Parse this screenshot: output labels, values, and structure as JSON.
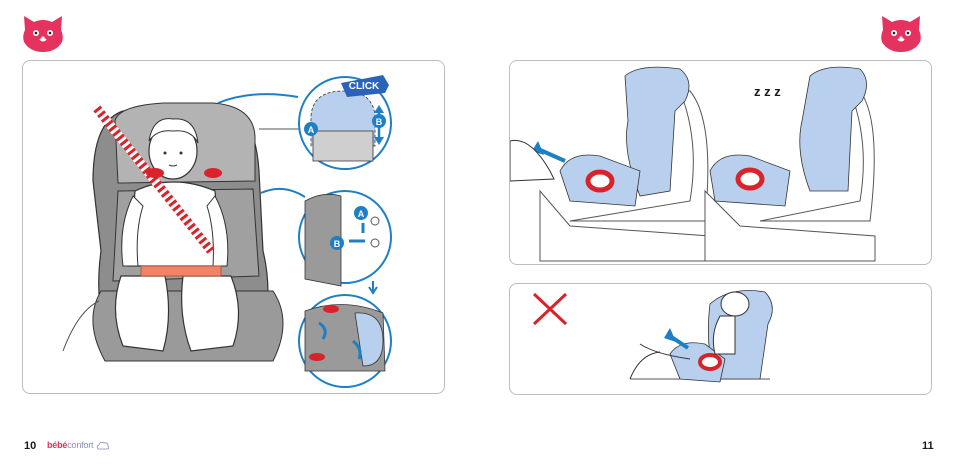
{
  "page_numbers": {
    "left": "10",
    "right": "11"
  },
  "brand": {
    "name_a": "bébé",
    "name_b": "confort"
  },
  "left_panel": {
    "callout_click": "CLICK",
    "marker_a": "A",
    "marker_b": "B"
  },
  "right_top": {
    "sleep_text": "z z z"
  },
  "colors": {
    "accent_red": "#e5325e",
    "blue": "#1e7fc4",
    "seat_blue": "#b9cfee",
    "harness_red": "#d8232a"
  },
  "icons": {
    "logo": "cat-face-icon",
    "forbidden": "red-cross-icon",
    "cloud": "cloud-icon"
  }
}
